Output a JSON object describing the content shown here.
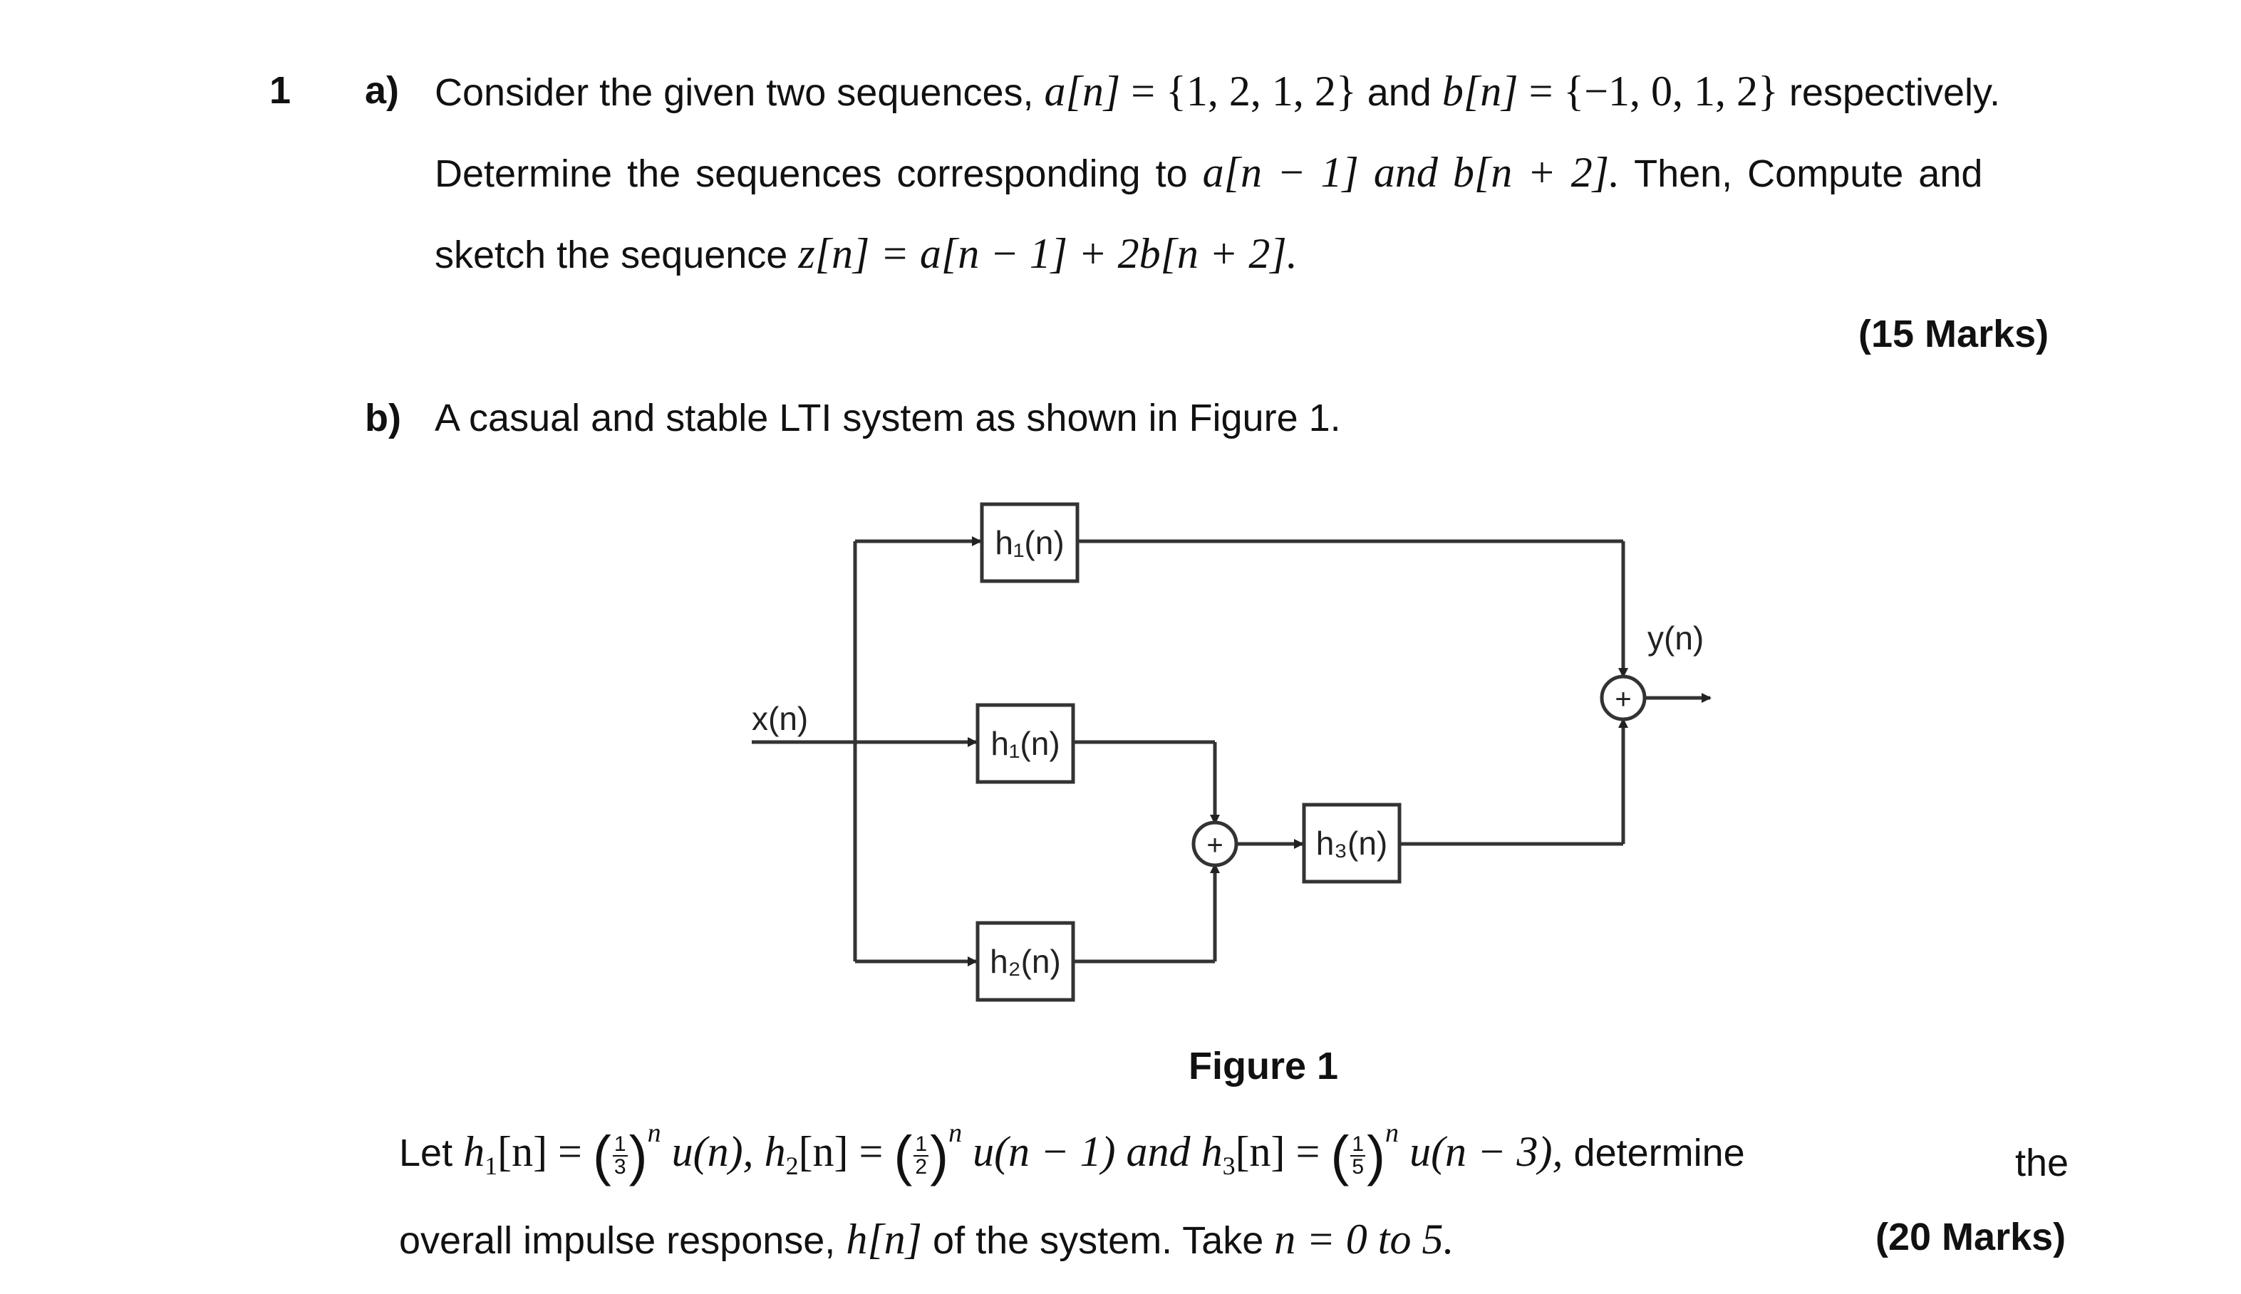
{
  "question": {
    "number": "1",
    "part_a": {
      "label": "a)",
      "intro": "Consider the given two sequences,",
      "seq_a_name": "a[n]",
      "seq_a_values": "{1, 2, 1, 2}",
      "and_word": "and",
      "seq_b_name": "b[n]",
      "seq_b_values": "{−1, 0, 1, 2}",
      "respectively": "respectively.",
      "line2_text": "Determine the sequences corresponding to",
      "shifted_a": "a[n − 1]",
      "and_italic": "and",
      "shifted_b": "b[n + 2].",
      "line2_end": "Then, Compute and",
      "line3_text": "sketch the sequence",
      "z_expr": "z[n] = a[n − 1] + 2b[n + 2].",
      "marks": "(15 Marks)"
    },
    "part_b": {
      "label": "b)",
      "intro": "A casual and stable LTI system as shown in Figure 1.",
      "figure_caption": "Figure 1",
      "let_word": "Let",
      "h1_lhs": "h",
      "h1_sub": "1",
      "h1_rest": "[n] =",
      "h1_num": "1",
      "h1_den": "3",
      "h1_exp": "n",
      "h1_step": "u(n),",
      "h2_lhs": "h",
      "h2_sub": "2",
      "h2_rest": "[n] =",
      "h2_num": "1",
      "h2_den": "2",
      "h2_exp": "n",
      "h2_step": "u(n − 1)",
      "and_word": "and",
      "h3_lhs": "h",
      "h3_sub": "3",
      "h3_rest": "[n] =",
      "h3_num": "1",
      "h3_den": "5",
      "h3_exp": "n",
      "h3_step": "u(n − 3),",
      "determine": "determine",
      "the": "the",
      "line2_text": "overall impulse response,",
      "h_expr": "h[n]",
      "of_system": "of the system.  Take",
      "n_range": "n = 0 to 5.",
      "marks": "(20 Marks)"
    },
    "diagram": {
      "input_label": "x(n)",
      "output_label": "y(n)",
      "block_top": "h₁(n)",
      "block_mid": "h₁(n)",
      "block_bottom": "h₂(n)",
      "block_right": "h₃(n)",
      "adder_symbol": "+"
    }
  }
}
